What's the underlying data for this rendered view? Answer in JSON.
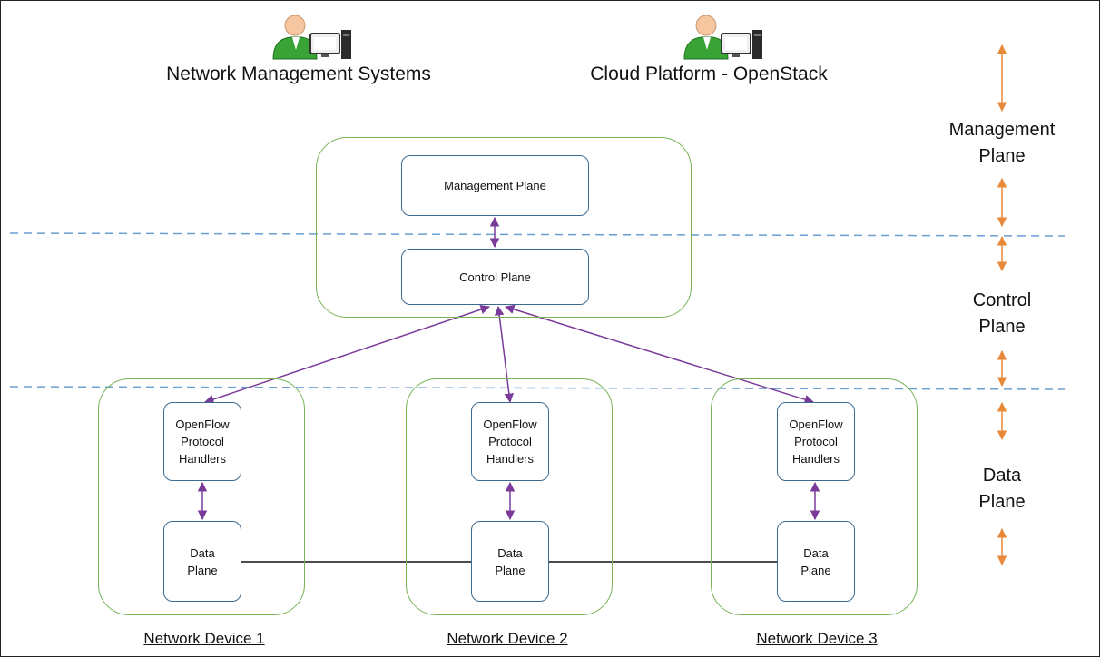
{
  "top_systems": [
    {
      "label": "Network Management Systems",
      "icon": "user-computer-icon"
    },
    {
      "label": "Cloud Platform - OpenStack",
      "icon": "user-computer-icon"
    }
  ],
  "central": {
    "management_plane": "Management Plane",
    "control_plane": "Control Plane"
  },
  "devices": [
    {
      "name": "Network Device 1",
      "handler_lines": [
        "OpenFlow",
        "Protocol",
        "Handlers"
      ],
      "data_lines": [
        "Data",
        "Plane"
      ]
    },
    {
      "name": "Network Device 2",
      "handler_lines": [
        "OpenFlow",
        "Protocol",
        "Handlers"
      ],
      "data_lines": [
        "Data",
        "Plane"
      ]
    },
    {
      "name": "Network Device 3",
      "handler_lines": [
        "OpenFlow",
        "Protocol",
        "Handlers"
      ],
      "data_lines": [
        "Data",
        "Plane"
      ]
    }
  ],
  "planes_legend": [
    {
      "lines": [
        "Management",
        "Plane"
      ]
    },
    {
      "lines": [
        "Control",
        "Plane"
      ]
    },
    {
      "lines": [
        "Data",
        "Plane"
      ]
    }
  ],
  "colors": {
    "container_border": "#76b354",
    "box_border": "#3d6a91",
    "link_arrow": "#7a3a9a",
    "divider": "#6a9fd4",
    "legend_arrow": "#e8893a"
  }
}
